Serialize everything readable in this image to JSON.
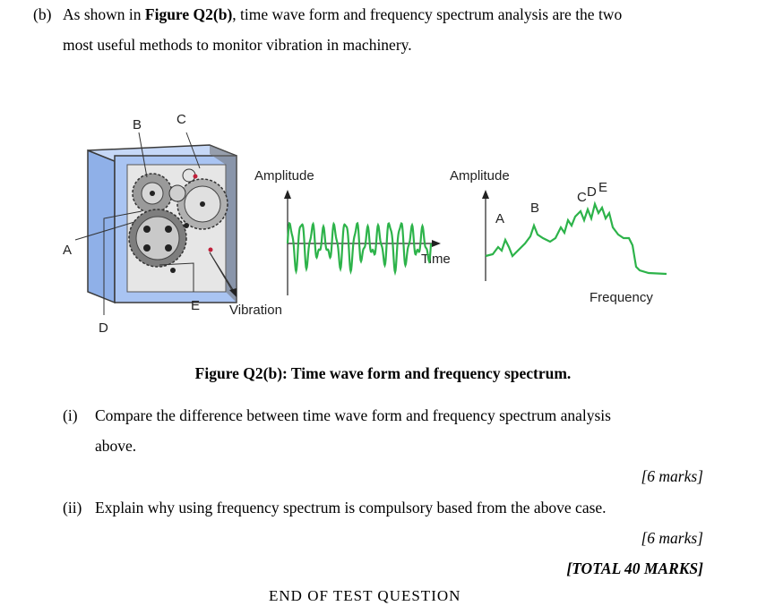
{
  "question": {
    "label": "(b)",
    "intro_part1": "As shown in ",
    "intro_figure_ref": "Figure Q2(b)",
    "intro_part2": ", time wave form and frequency spectrum analysis are the two",
    "intro_line2": "most useful methods to monitor vibration in machinery."
  },
  "figure": {
    "caption": "Figure Q2(b): Time wave form and frequency spectrum.",
    "machine_labels": {
      "a": "A",
      "b": "B",
      "c": "C",
      "d": "D",
      "e": "E",
      "vibration": "Vibration"
    },
    "time_plot": {
      "y_label": "Amplitude",
      "x_label": "Time"
    },
    "spectrum_plot": {
      "y_label": "Amplitude",
      "x_label": "Frequency",
      "peaks": [
        "A",
        "B",
        "C",
        "D",
        "E"
      ]
    },
    "colors": {
      "signal": "#2db34a",
      "housing": "#a9c4f2",
      "housing_edge": "#3a3a3a",
      "gear": "#8a8a8a"
    }
  },
  "subquestions": [
    {
      "num": "(i)",
      "text": "Compare the difference between time wave form and frequency spectrum analysis",
      "text_cont": "above.",
      "marks": "[6 marks]"
    },
    {
      "num": "(ii)",
      "text": "Explain why using frequency spectrum is compulsory based from the above case.",
      "marks": "[6 marks]"
    }
  ],
  "total": "[TOTAL 40 MARKS]",
  "footer": "END OF TEST QUESTION"
}
